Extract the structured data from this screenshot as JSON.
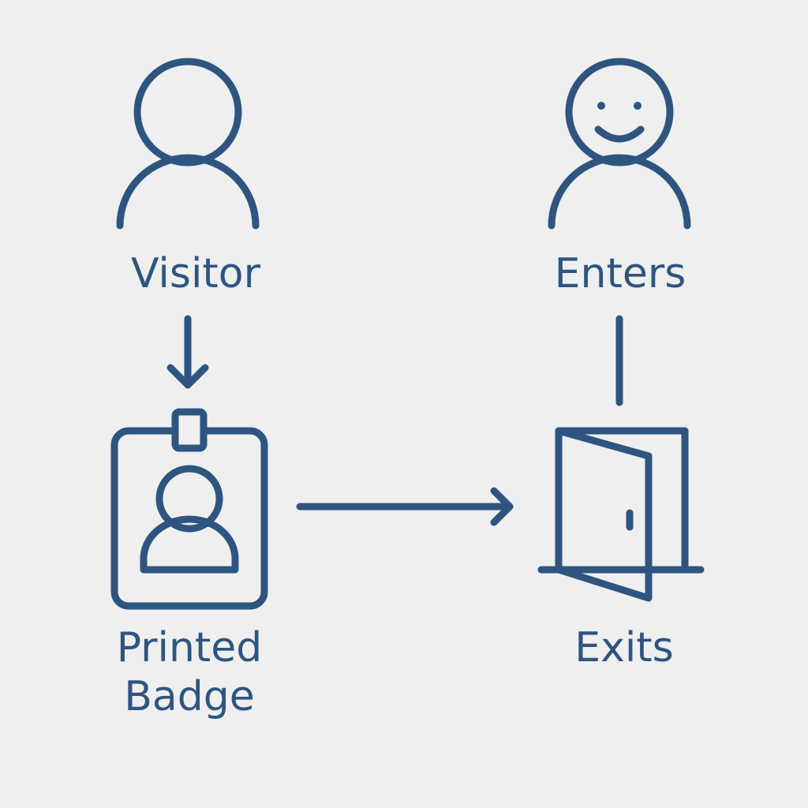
{
  "nodes": {
    "visitor": {
      "label": "Visitor",
      "icon": "person-icon"
    },
    "enters": {
      "label": "Enters",
      "icon": "smiling-person-icon"
    },
    "badge": {
      "label_line1": "Printed",
      "label_line2": "Badge",
      "icon": "id-badge-icon"
    },
    "exits": {
      "label": "Exits",
      "icon": "open-door-icon"
    }
  },
  "connectors": [
    {
      "from": "visitor",
      "to": "badge",
      "style": "arrow"
    },
    {
      "from": "badge",
      "to": "exits",
      "style": "arrow"
    },
    {
      "from": "enters",
      "to": "exits",
      "style": "line"
    }
  ],
  "colors": {
    "stroke": "#2d5580",
    "background": "#efefef"
  }
}
